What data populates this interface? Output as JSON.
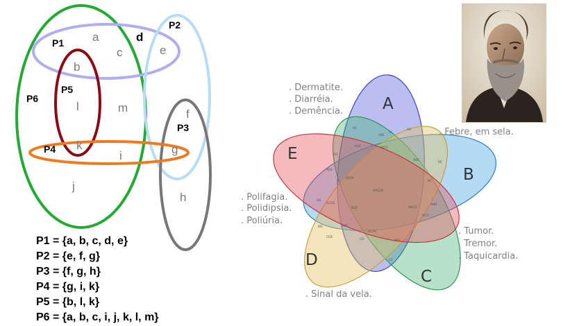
{
  "left_diagram": {
    "set_labels": {
      "p1": "P1",
      "p2": "P2",
      "p3": "P3",
      "p4": "P4",
      "p5": "P5",
      "p6": "P6"
    },
    "elements": {
      "a": "a",
      "b": "b",
      "c": "c",
      "d": "d",
      "e": "e",
      "f": "f",
      "g": "g",
      "h": "h",
      "i": "i",
      "j": "j",
      "k": "k",
      "l": "l",
      "m": "m"
    },
    "definitions": [
      "P1 = {a, b, c, d, e}",
      "P2 = {e, f, g}",
      "P3 = {f, g, h}",
      "P4 = {g, i, k}",
      "P5 = {b, l, k}",
      "P6 = {a, b, c, i, j, k, l, m}"
    ]
  },
  "right_diagram": {
    "sets": {
      "a": "A",
      "b": "B",
      "c": "C",
      "d": "D",
      "e": "E"
    },
    "colors": {
      "a": "#4a55d8",
      "b": "#3a9ee8",
      "c": "#3cb371",
      "d": "#e8c060",
      "e": "#e8505a"
    },
    "symptoms": {
      "a": [
        ". Febre, em sela."
      ],
      "b": [
        ". Tumor.",
        ". Tremor.",
        ". Taquicardia."
      ],
      "c": [
        ". Sinal da vela."
      ],
      "d": [
        ". Polifagia.",
        ". Polidipsia.",
        ". Poliúria."
      ],
      "e": [
        ". Dermatite.",
        ". Diarréia.",
        ". Demência."
      ]
    },
    "region_labels": {
      "a": "A",
      "b": "B",
      "c": "C",
      "d": "D",
      "e": "E",
      "ab": "AB",
      "bc": "BC",
      "cd": "CD",
      "de": "DE",
      "ae": "AE",
      "ac": "AC",
      "bd": "BD",
      "ce": "CE",
      "ad": "AD",
      "be": "BE",
      "abc": "ABC",
      "bcd": "BCD",
      "cde": "CDE",
      "ade": "ADE",
      "abe": "ABE",
      "abd": "ABD",
      "bce": "BCE",
      "acd": "ACD",
      "bde": "BDE",
      "ace": "ACE",
      "abcd": "ABCD",
      "bcde": "BCDE",
      "acde": "ACDE",
      "abde": "ABDE",
      "abce": "ABCE",
      "abcde": "ABCDE"
    }
  }
}
